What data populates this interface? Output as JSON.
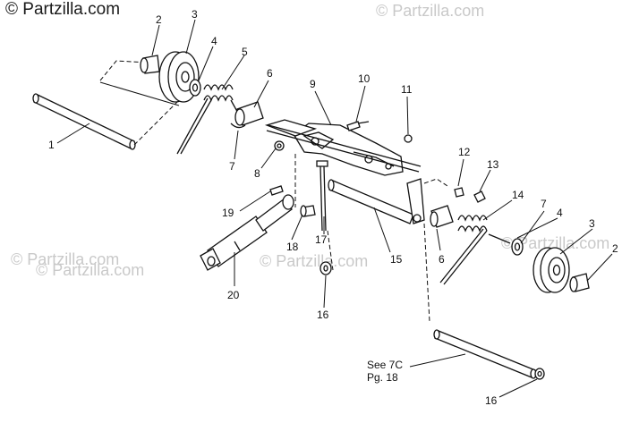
{
  "watermarks": {
    "primary": "© Partzilla.com",
    "faint": "© Partzilla.com"
  },
  "callouts": [
    {
      "id": "c1",
      "text": "1"
    },
    {
      "id": "c2a",
      "text": "2"
    },
    {
      "id": "c3a",
      "text": "3"
    },
    {
      "id": "c4a",
      "text": "4"
    },
    {
      "id": "c5",
      "text": "5"
    },
    {
      "id": "c6a",
      "text": "6"
    },
    {
      "id": "c7a",
      "text": "7"
    },
    {
      "id": "c8",
      "text": "8"
    },
    {
      "id": "c9",
      "text": "9"
    },
    {
      "id": "c10",
      "text": "10"
    },
    {
      "id": "c11",
      "text": "11"
    },
    {
      "id": "c12",
      "text": "12"
    },
    {
      "id": "c13",
      "text": "13"
    },
    {
      "id": "c14",
      "text": "14"
    },
    {
      "id": "c7b",
      "text": "7"
    },
    {
      "id": "c4b",
      "text": "4"
    },
    {
      "id": "c3b",
      "text": "3"
    },
    {
      "id": "c2b",
      "text": "2"
    },
    {
      "id": "c19",
      "text": "19"
    },
    {
      "id": "c18",
      "text": "18"
    },
    {
      "id": "c17",
      "text": "17"
    },
    {
      "id": "c15",
      "text": "15"
    },
    {
      "id": "c6b",
      "text": "6"
    },
    {
      "id": "c20",
      "text": "20"
    },
    {
      "id": "c16a",
      "text": "16"
    },
    {
      "id": "c16b",
      "text": "16"
    }
  ],
  "reference_note": {
    "line1": "See 7C",
    "line2": "Pg. 18"
  }
}
